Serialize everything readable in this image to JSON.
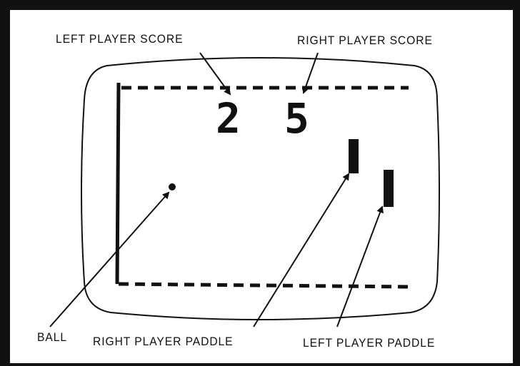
{
  "labels": {
    "left_score": "LEFT PLAYER SCORE",
    "right_score": "RIGHT PLAYER SCORE",
    "ball": "BALL",
    "right_paddle": "RIGHT PLAYER PADDLE",
    "left_paddle": "LEFT PLAYER PADDLE"
  },
  "scores": {
    "left": "2",
    "right": "5"
  },
  "colors": {
    "ink": "#111111",
    "paper": "#ffffff"
  }
}
